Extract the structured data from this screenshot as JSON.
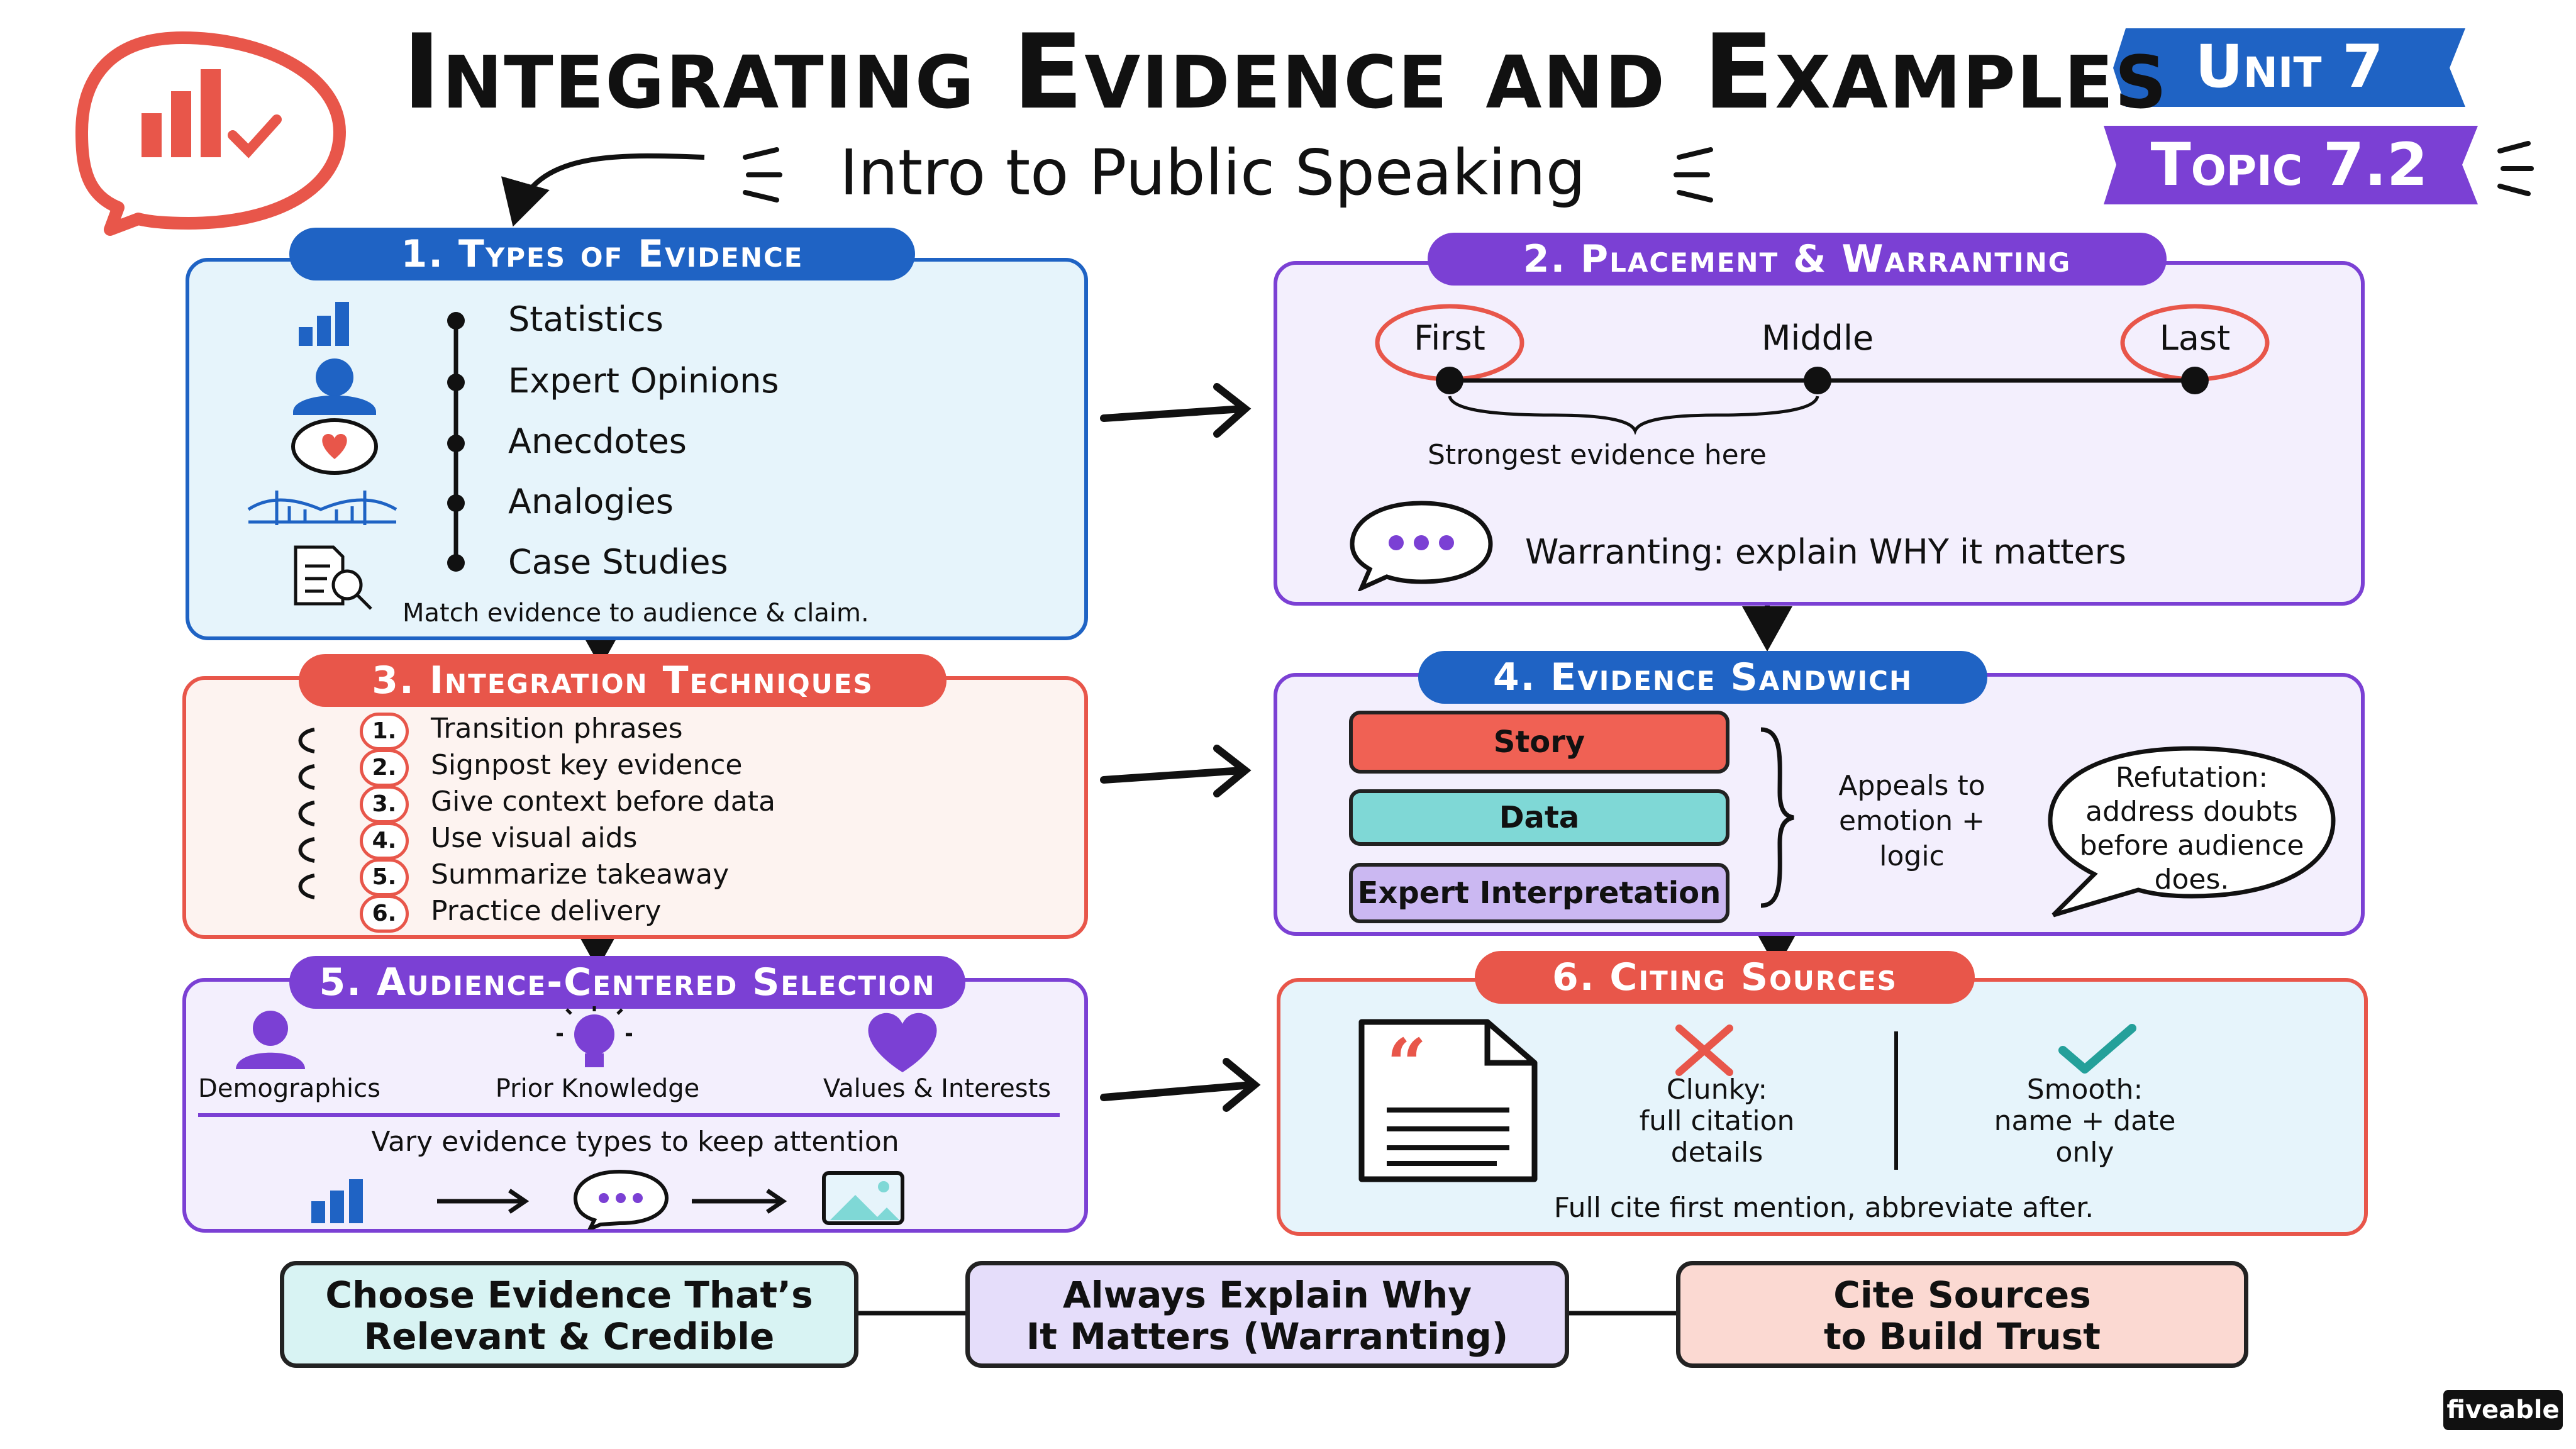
{
  "header": {
    "title": "Integrating Evidence and Examples",
    "subtitle": "Intro to Public Speaking",
    "unit": "Unit 7",
    "topic": "Topic 7.2"
  },
  "sections": {
    "types": {
      "title": "1. Types of Evidence",
      "items": [
        "Statistics",
        "Expert Opinions",
        "Anecdotes",
        "Analogies",
        "Case Studies"
      ],
      "note": "Match evidence to audience & claim."
    },
    "placement": {
      "title": "2. Placement & Warranting",
      "positions": [
        "First",
        "Middle",
        "Last"
      ],
      "strongest": "Strongest evidence here",
      "warranting": "Warranting: explain WHY it matters"
    },
    "integration": {
      "title": "3. Integration Techniques",
      "items": [
        {
          "num": "1.",
          "text": "Transition phrases"
        },
        {
          "num": "2.",
          "text": "Signpost key evidence"
        },
        {
          "num": "3.",
          "text": "Give context before data"
        },
        {
          "num": "4.",
          "text": "Use visual aids"
        },
        {
          "num": "5.",
          "text": "Summarize takeaway"
        },
        {
          "num": "6.",
          "text": "Practice delivery"
        }
      ]
    },
    "sandwich": {
      "title": "4. Evidence Sandwich",
      "layers": [
        "Story",
        "Data",
        "Expert Interpretation"
      ],
      "appeals": [
        "Appeals to",
        "emotion +",
        "logic"
      ],
      "refutation": [
        "Refutation:",
        "address doubts",
        "before audience",
        "does."
      ]
    },
    "audience": {
      "title": "5. Audience-Centered Selection",
      "factors": [
        "Demographics",
        "Prior Knowledge",
        "Values & Interests"
      ],
      "vary": "Vary evidence types to keep attention"
    },
    "citing": {
      "title": "6. Citing Sources",
      "clunky": [
        "Clunky:",
        "full citation",
        "details"
      ],
      "smooth": [
        "Smooth:",
        "name + date",
        "only"
      ],
      "note": "Full cite first mention, abbreviate after."
    }
  },
  "footer": {
    "boxes": [
      [
        "Choose Evidence That’s",
        "Relevant & Credible"
      ],
      [
        "Always Explain Why",
        "It Matters (Warranting)"
      ],
      [
        "Cite Sources",
        "to Build Trust"
      ]
    ],
    "brand": "fiveable"
  },
  "colors": {
    "blue": "#1f63c4",
    "red": "#e8564a",
    "purple": "#7b40d4",
    "lightBlue": "#e6f4fb",
    "lightRed": "#fdf3f0",
    "lightPurple": "#f3effd",
    "teal": "#7fd8d6",
    "lavender": "#cbb8f2",
    "pink": "#f9d5cf"
  }
}
